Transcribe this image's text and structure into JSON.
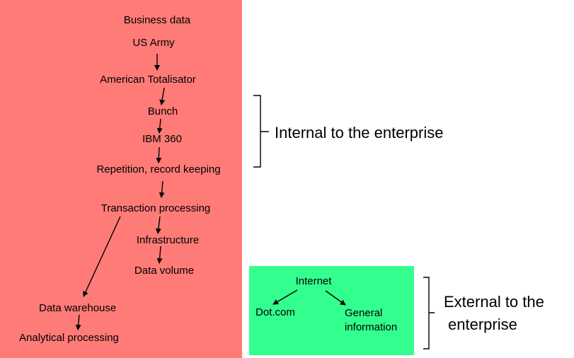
{
  "internal": {
    "nodes": [
      "Business data",
      "US Army",
      "American Totalisator",
      "Bunch",
      "IBM 360",
      "Repetition, record keeping",
      "Transaction processing",
      "Infrastructure",
      "Data volume",
      "Data warehouse",
      "Analytical processing"
    ],
    "caption": "Internal to the enterprise"
  },
  "external": {
    "nodes": {
      "internet": "Internet",
      "dotcom": "Dot.com",
      "general_line1": "General",
      "general_line2": "information"
    },
    "caption_line1": "External to the",
    "caption_line2": "enterprise"
  },
  "colors": {
    "internal_fill": "#ff7b78",
    "external_fill": "#33ff8f"
  }
}
